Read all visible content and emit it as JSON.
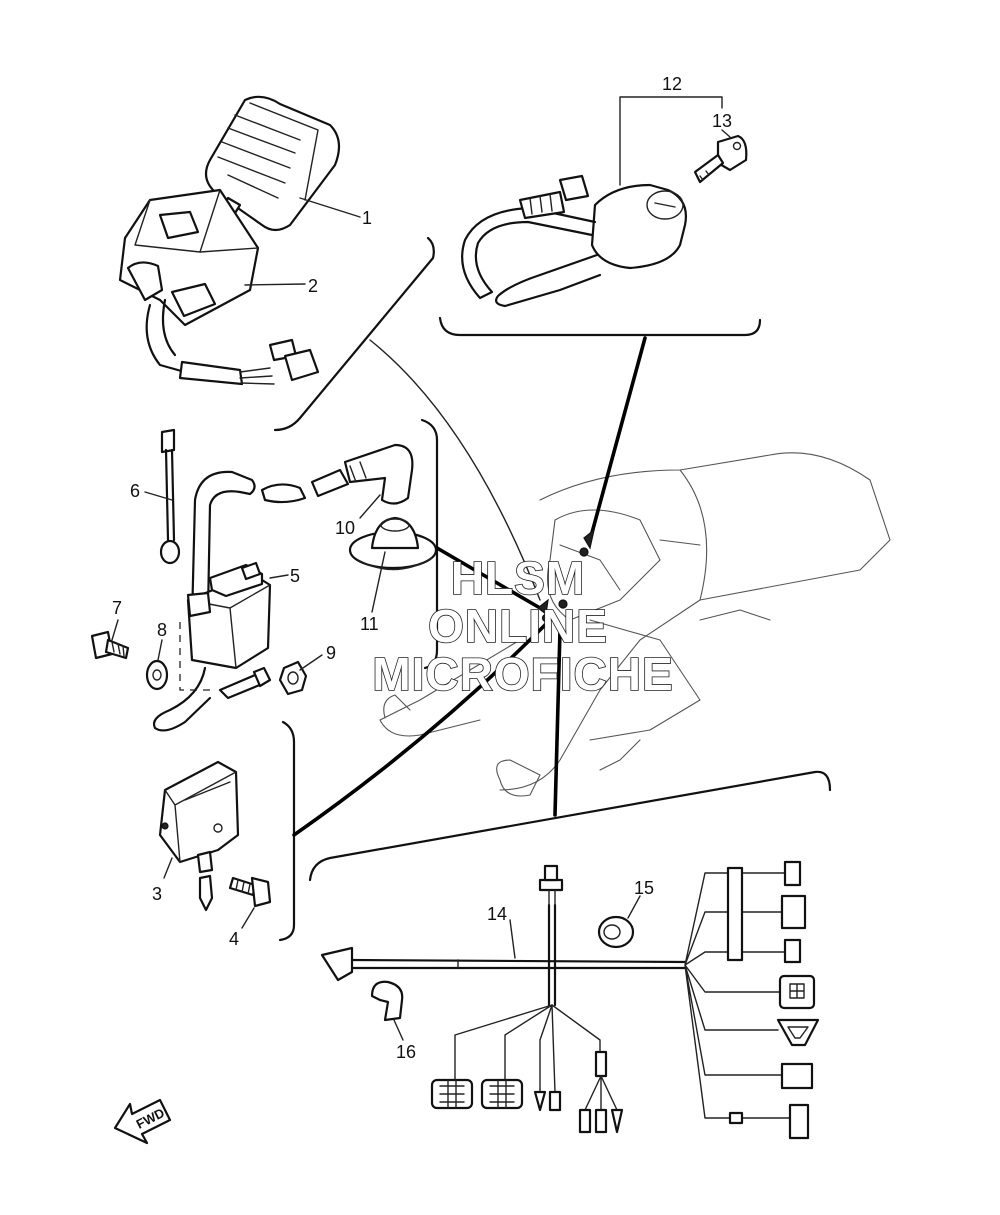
{
  "callouts": {
    "p1": "1",
    "p2": "2",
    "p3": "3",
    "p4": "4",
    "p5": "5",
    "p6": "6",
    "p7": "7",
    "p8": "8",
    "p9": "9",
    "p10": "10",
    "p11": "11",
    "p12": "12",
    "p13": "13",
    "p14": "14",
    "p15": "15",
    "p16": "16"
  },
  "watermark": {
    "line1": "HLSM",
    "line2": "ONLINE",
    "line3": "MICROFICHE"
  },
  "fwd_label": "FWD"
}
